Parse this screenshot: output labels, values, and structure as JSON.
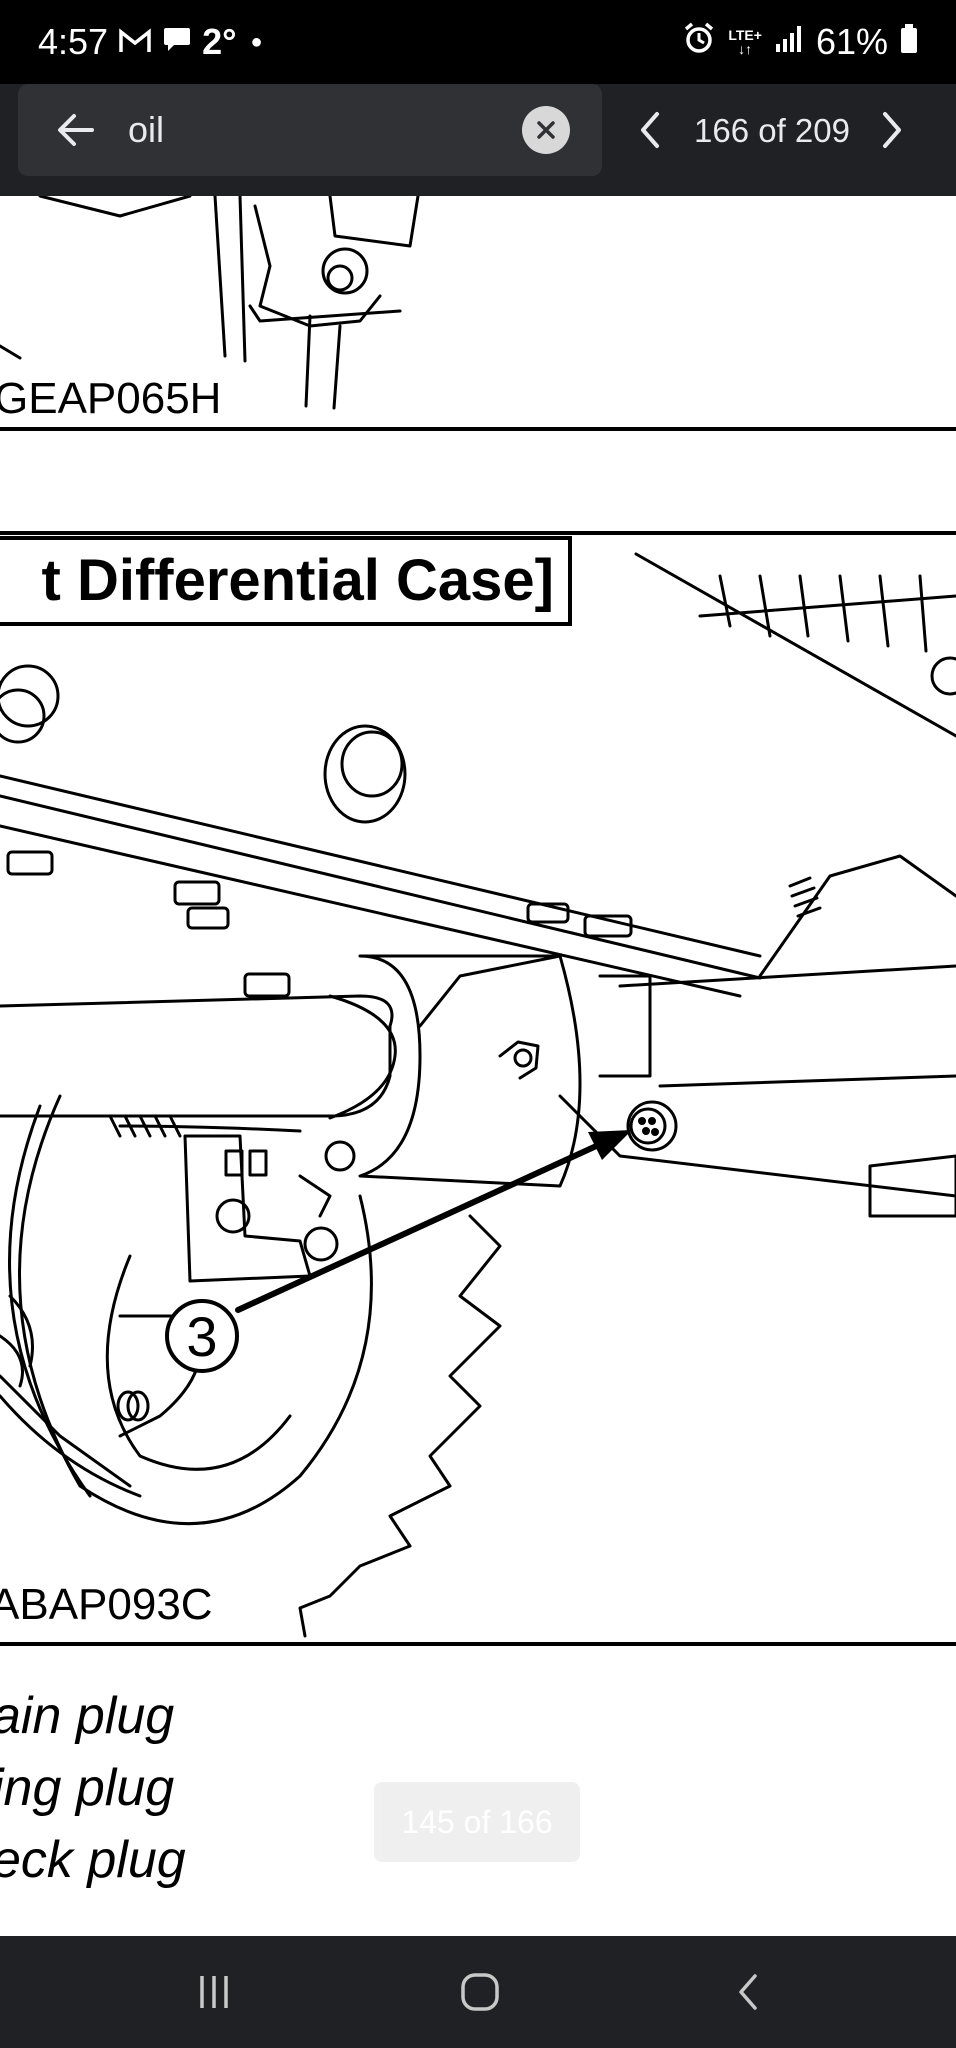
{
  "status_bar": {
    "time": "4:57",
    "temperature": "2°",
    "battery": "61%",
    "network": "LTE+"
  },
  "search": {
    "query": "oil",
    "match_count": "166 of 209"
  },
  "document": {
    "figure_code_1": "GEAP065H",
    "caption_title": "t Differential Case]",
    "callout_number": "3",
    "figure_code_2": "ABAP093C",
    "legend": [
      "ain plug",
      "ing plug",
      "eck plug"
    ],
    "page_indicator": "145 of 166"
  },
  "colors": {
    "status_bg": "#000000",
    "toolbar_bg": "#202124",
    "search_box_bg": "#303134",
    "nav_bg": "#202124"
  },
  "icons": {
    "back": "arrow-left-icon",
    "clear": "close-icon",
    "prev": "chevron-left-icon",
    "next": "chevron-right-icon",
    "nav_recents": "recents-icon",
    "nav_home": "home-icon",
    "nav_back": "back-chevron-icon"
  }
}
